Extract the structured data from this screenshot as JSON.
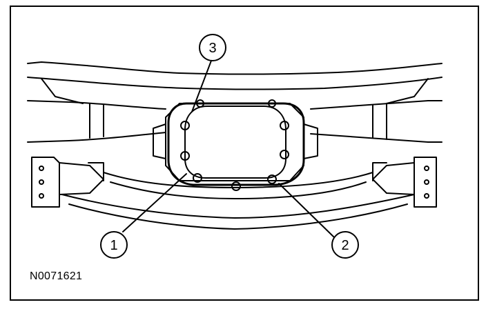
{
  "callouts": [
    {
      "id": "1",
      "label": "1"
    },
    {
      "id": "2",
      "label": "2"
    },
    {
      "id": "3",
      "label": "3"
    }
  ],
  "figure_code": "N0071621"
}
